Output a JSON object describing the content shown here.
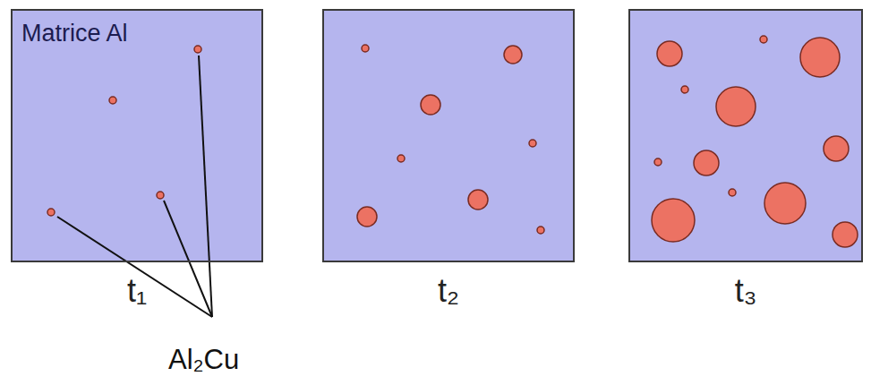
{
  "diagram": {
    "nodes": [
      {
        "text": [
          "Matrice Al",
          "t₁"
        ]
      },
      {
        "text": [
          "t₂"
        ]
      },
      {
        "text": [
          "t₃"
        ]
      }
    ],
    "labels": [
      "Al₂Cu"
    ]
  }
}
